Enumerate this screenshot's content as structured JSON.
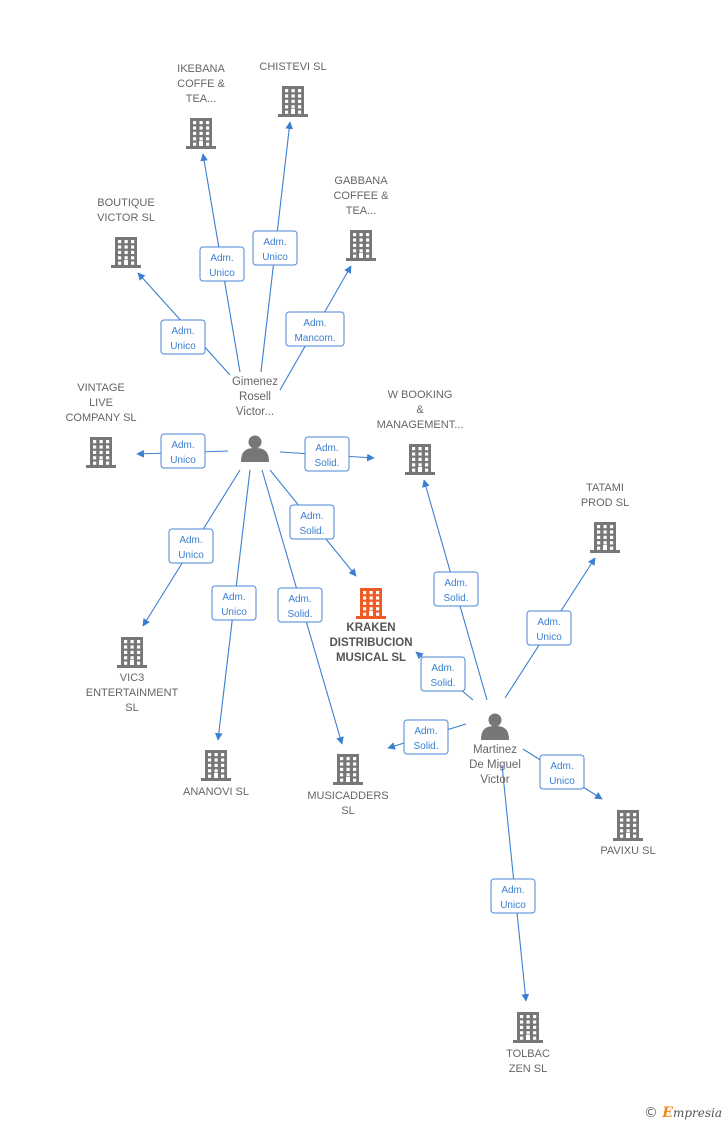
{
  "colors": {
    "edge": "#3b7fd0",
    "building": "#777777",
    "building_focus": "#f05a22",
    "person": "#777777",
    "label": "#666666",
    "brand_accent": "#f08a1c"
  },
  "persons": [
    {
      "id": "gimenez",
      "lines": [
        "Gimenez",
        "Rosell",
        "Victor..."
      ]
    },
    {
      "id": "martinez",
      "lines": [
        "Martinez",
        "De Miguel",
        "Victor"
      ]
    }
  ],
  "companies": [
    {
      "id": "ikebana",
      "lines": [
        "IKEBANA",
        "COFFE &",
        "TEA..."
      ]
    },
    {
      "id": "chistevi",
      "lines": [
        "CHISTEVI SL"
      ]
    },
    {
      "id": "gabbana",
      "lines": [
        "GABBANA",
        "COFFEE &",
        "TEA..."
      ]
    },
    {
      "id": "boutique",
      "lines": [
        "BOUTIQUE",
        "VICTOR SL"
      ]
    },
    {
      "id": "vintage",
      "lines": [
        "VINTAGE",
        "LIVE",
        "COMPANY SL"
      ]
    },
    {
      "id": "wbooking",
      "lines": [
        "W BOOKING",
        "&",
        "MANAGEMENT..."
      ]
    },
    {
      "id": "tatami",
      "lines": [
        "TATAMI",
        "PROD  SL"
      ]
    },
    {
      "id": "kraken",
      "lines": [
        "KRAKEN",
        "DISTRIBUCION",
        "MUSICAL  SL"
      ],
      "focus": true
    },
    {
      "id": "vic3",
      "lines": [
        "VIC3",
        "ENTERTAINMENT",
        "SL"
      ]
    },
    {
      "id": "ananovi",
      "lines": [
        "ANANOVI  SL"
      ]
    },
    {
      "id": "musicadders",
      "lines": [
        "MUSICADDERS",
        "SL"
      ]
    },
    {
      "id": "pavixu",
      "lines": [
        "PAVIXU  SL"
      ]
    },
    {
      "id": "tolbac",
      "lines": [
        "TOLBAC",
        "ZEN  SL"
      ]
    }
  ],
  "edges": [
    {
      "from": "gimenez",
      "to": "ikebana",
      "lines": [
        "Adm.",
        "Unico"
      ]
    },
    {
      "from": "gimenez",
      "to": "chistevi",
      "lines": [
        "Adm.",
        "Unico"
      ]
    },
    {
      "from": "gimenez",
      "to": "gabbana",
      "lines": [
        "Adm.",
        "Mancom."
      ]
    },
    {
      "from": "gimenez",
      "to": "boutique",
      "lines": [
        "Adm.",
        "Unico"
      ]
    },
    {
      "from": "gimenez",
      "to": "vintage",
      "lines": [
        "Adm.",
        "Unico"
      ]
    },
    {
      "from": "gimenez",
      "to": "wbooking",
      "lines": [
        "Adm.",
        "Solid."
      ]
    },
    {
      "from": "gimenez",
      "to": "kraken",
      "lines": [
        "Adm.",
        "Solid."
      ]
    },
    {
      "from": "gimenez",
      "to": "vic3",
      "lines": [
        "Adm.",
        "Unico"
      ]
    },
    {
      "from": "gimenez",
      "to": "ananovi",
      "lines": [
        "Adm.",
        "Unico"
      ]
    },
    {
      "from": "gimenez",
      "to": "musicadders",
      "lines": [
        "Adm.",
        "Solid."
      ]
    },
    {
      "from": "martinez",
      "to": "wbooking",
      "lines": [
        "Adm.",
        "Solid."
      ]
    },
    {
      "from": "martinez",
      "to": "tatami",
      "lines": [
        "Adm.",
        "Unico"
      ]
    },
    {
      "from": "martinez",
      "to": "kraken",
      "lines": [
        "Adm.",
        "Solid."
      ]
    },
    {
      "from": "martinez",
      "to": "musicadders",
      "lines": [
        "Adm.",
        "Solid."
      ]
    },
    {
      "from": "martinez",
      "to": "pavixu",
      "lines": [
        "Adm.",
        "Unico"
      ]
    },
    {
      "from": "martinez",
      "to": "tolbac",
      "lines": [
        "Adm.",
        "Unico"
      ]
    }
  ],
  "footer": {
    "copyright_symbol": "©",
    "brand_first": "E",
    "brand_rest": "mpresia"
  }
}
